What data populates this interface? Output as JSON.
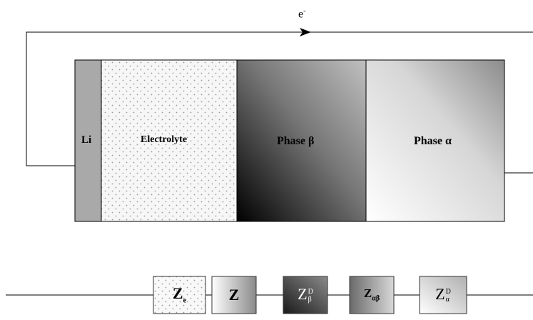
{
  "electron": {
    "base": "e",
    "sup": "-"
  },
  "cell": {
    "li": "Li",
    "electrolyte": "Electrolyte",
    "phase_beta": "Phase β",
    "phase_alpha": "Phase α"
  },
  "circuit": {
    "ze": {
      "base": "Z",
      "sub": "e"
    },
    "z": {
      "base": "Z"
    },
    "zb": {
      "base": "Z",
      "sup": "D",
      "sub": "β"
    },
    "zab": {
      "base": "Z",
      "sub": "αβ"
    },
    "za": {
      "base": "Z",
      "sup": "D",
      "sub": "α"
    }
  },
  "colors": {
    "li": "#a9a9a9",
    "outline": "#000000"
  },
  "icons": {
    "current_arrow": "arrow-right-icon"
  }
}
